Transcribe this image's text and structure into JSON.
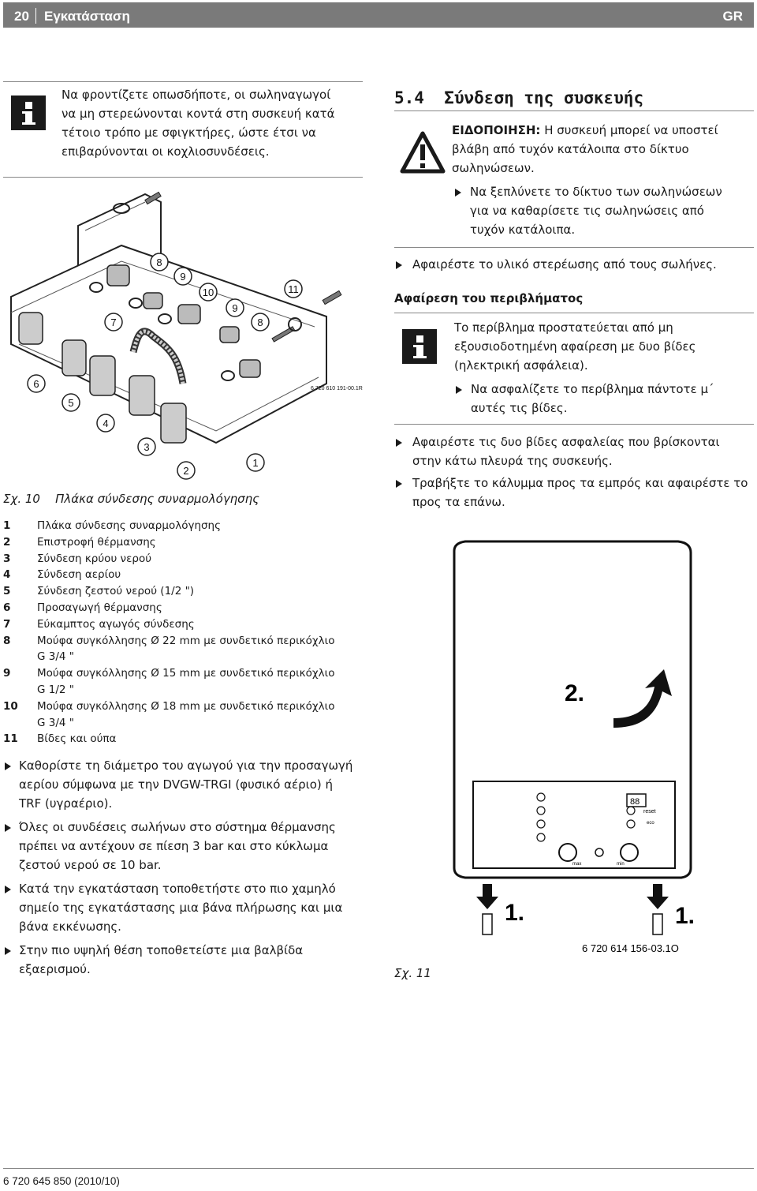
{
  "header": {
    "page_number": "20",
    "section": "Εγκατάσταση",
    "lang": "GR"
  },
  "note_top": {
    "icon": "info-icon",
    "lines": [
      "Να φροντίζετε οπωσδήποτε, οι σωληναγωγοί",
      "να μη στερεώνονται κοντά στη συσκευή κατά",
      "τέτοιο τρόπο με σφιγκτήρες, ώστε έτσι να",
      "επιβαρύνονται οι κοχλιοσυνδέσεις."
    ]
  },
  "figure10": {
    "callouts": [
      "8",
      "9",
      "10",
      "9",
      "11",
      "7",
      "8",
      "6",
      "5",
      "4",
      "3",
      "2",
      "1"
    ],
    "code": "6 720 610 191-00.1R",
    "caption_label": "Σχ. 10",
    "caption_text": "Πλάκα σύνδεσης συναρμολόγησης"
  },
  "legend": [
    {
      "num": "1",
      "lines": [
        "Πλάκα σύνδεσης συναρμολόγησης"
      ]
    },
    {
      "num": "2",
      "lines": [
        "Επιστροφή θέρμανσης"
      ]
    },
    {
      "num": "3",
      "lines": [
        "Σύνδεση κρύου νερού"
      ]
    },
    {
      "num": "4",
      "lines": [
        "Σύνδεση αερίου"
      ]
    },
    {
      "num": "5",
      "lines": [
        "Σύνδεση ζεστού νερού (1/2 \")"
      ]
    },
    {
      "num": "6",
      "lines": [
        "Προσαγωγή θέρμανσης"
      ]
    },
    {
      "num": "7",
      "lines": [
        "Εύκαμπτος αγωγός σύνδεσης"
      ]
    },
    {
      "num": "8",
      "lines": [
        "Μούφα συγκόλλησης Ø 22 mm με συνδετικό περικόχλιο",
        "G 3/4 \""
      ]
    },
    {
      "num": "9",
      "lines": [
        "Μούφα συγκόλλησης Ø 15 mm με συνδετικό περικόχλιο",
        "G 1/2 \""
      ]
    },
    {
      "num": "10",
      "lines": [
        "Μούφα συγκόλλησης Ø 18 mm με συνδετικό περικόχλιο",
        "G 3/4 \""
      ]
    },
    {
      "num": "11",
      "lines": [
        "Βίδες και ούπα"
      ]
    }
  ],
  "left_bullets": [
    [
      "Καθορίστε τη διάμετρο του αγωγού για την προσαγωγή",
      "αερίου σύμφωνα με την DVGW-TRGI (φυσικό αέριο) ή",
      "TRF (υγραέριο)."
    ],
    [
      "Όλες οι συνδέσεις σωλήνων στο σύστημα θέρμανσης",
      "πρέπει να αντέχουν σε πίεση 3 bar και στο κύκλωμα",
      "ζεστού νερού σε 10 bar."
    ],
    [
      "Κατά την εγκατάσταση τοποθετήστε στο πιο χαμηλό",
      "σημείο της εγκατάστασης μια βάνα πλήρωσης και μια",
      "βάνα εκκένωσης."
    ],
    [
      "Στην πιο υψηλή θέση τοποθετείστε μια βαλβίδα",
      "εξαερισμού."
    ]
  ],
  "section_5_4": {
    "number": "5.4",
    "title": "Σύνδεση της συσκευής",
    "warning_label": "ΕΙΔΟΠΟΙΗΣΗ:",
    "warning_lines": [
      " Η συσκευή μπορεί να υποστεί",
      "βλάβη από τυχόν κατάλοιπα στο δίκτυο",
      "σωληνώσεων."
    ],
    "warning_bullet": [
      "Να ξεπλύνετε το δίκτυο των σωληνώσεων",
      "για να καθαρίσετε τις σωληνώσεις από",
      "τυχόν κατάλοιπα."
    ],
    "bullet_after": "Αφαιρέστε το υλικό στερέωσης από τους σωλήνες."
  },
  "casing_removal": {
    "heading": "Αφαίρεση του περιβλήματος",
    "info_lines": [
      "Το περίβλημα προστατεύεται από μη",
      "εξουσιοδοτημένη αφαίρεση με δυο βίδες",
      "(ηλεκτρική ασφάλεια)."
    ],
    "info_bullet": [
      "Να ασφαλίζετε το περίβλημα πάντοτε μ΄",
      "αυτές τις βίδες."
    ],
    "bullets": [
      [
        "Αφαιρέστε τις δυο βίδες ασφαλείας που βρίσκονται",
        "στην κάτω πλευρά της συσκευής."
      ],
      [
        "Τραβήξτε το κάλυμμα προς τα εμπρός και αφαιρέστε το",
        "προς τα επάνω."
      ]
    ]
  },
  "figure11": {
    "step_up": "2.",
    "step_down_left": "1.",
    "step_down_right": "1.",
    "panel_reset": "reset",
    "panel_eco": "eco",
    "panel_max": "max",
    "panel_min": "min",
    "display": "88",
    "code": "6 720 614 156-03.1O",
    "caption_label": "Σχ. 11"
  },
  "footer": {
    "doc_number": "6 720 645 850 (2010/10)"
  }
}
